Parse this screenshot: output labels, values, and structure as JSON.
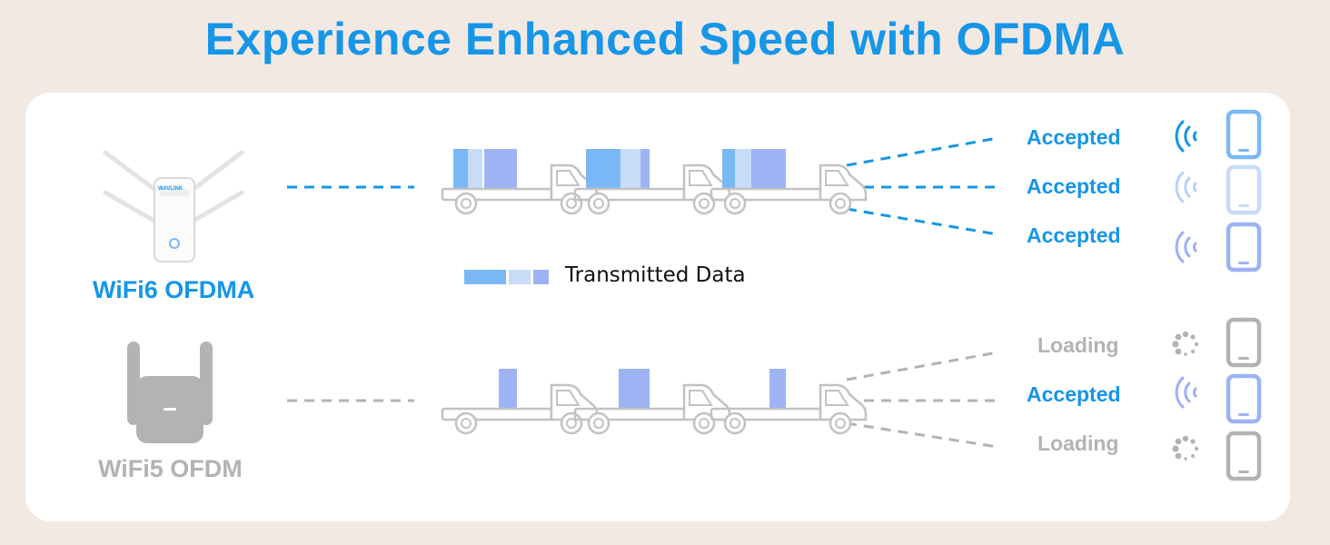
{
  "title": "Experience Enhanced Speed with OFDMA",
  "colors": {
    "accent": "#1596e8",
    "gray": "#b3b3b3",
    "data_light": "#c8dcf7",
    "data_blue": "#7ab8f5",
    "data_violet": "#9db3f4",
    "background": "#f3e9e3",
    "panel": "#ffffff"
  },
  "wifi6": {
    "label": "WiFi6 OFDMA",
    "device_logo": "WAVLINK",
    "clients": [
      {
        "status": "Accepted",
        "indicator": "wifi-signal-icon"
      },
      {
        "status": "Accepted",
        "indicator": "wifi-signal-icon"
      },
      {
        "status": "Accepted",
        "indicator": "wifi-signal-icon"
      }
    ]
  },
  "wifi5": {
    "label": "WiFi5 OFDM",
    "clients": [
      {
        "status": "Loading",
        "indicator": "loading-spinner-icon"
      },
      {
        "status": "Accepted",
        "indicator": "wifi-signal-icon"
      },
      {
        "status": "Loading",
        "indicator": "loading-spinner-icon"
      }
    ]
  },
  "legend": {
    "label": "Transmitted Data"
  }
}
